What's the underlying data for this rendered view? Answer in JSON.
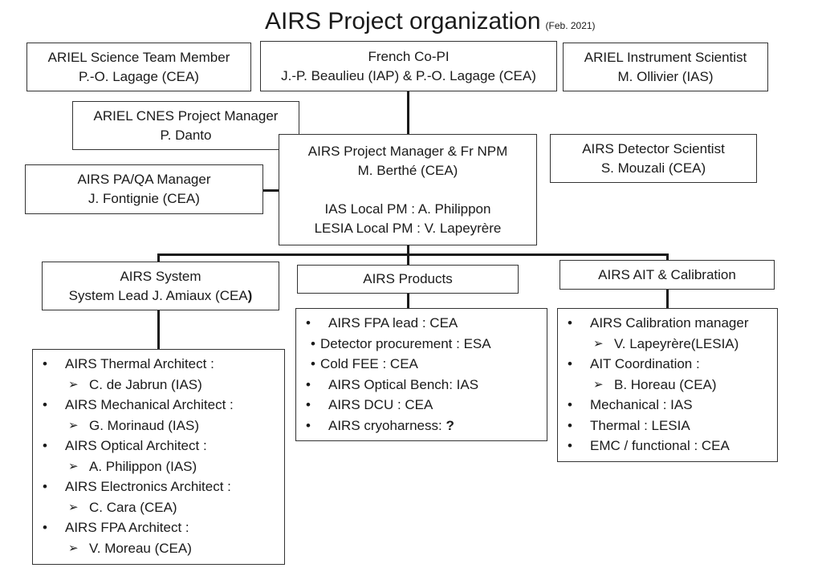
{
  "title": "AIRS  Project organization",
  "date": "(Feb. 2021)",
  "science_member": {
    "role": "ARIEL Science Team Member",
    "name": "P.-O. Lagage (CEA)"
  },
  "co_pi": {
    "role": "French Co-PI",
    "name": "J.-P. Beaulieu (IAP) &  P.-O. Lagage (CEA)"
  },
  "instrument_scientist": {
    "role": "ARIEL Instrument Scientist",
    "name": "M. Ollivier (IAS)"
  },
  "cnes_pm": {
    "role": "ARIEL CNES Project Manager",
    "name": "P. Danto"
  },
  "pm": {
    "role": "AIRS Project Manager & Fr NPM",
    "name": "M. Berthé (CEA)",
    "ias_local": "IAS Local PM : A. Philippon",
    "lesia_local": "LESIA Local PM : V. Lapeyrère"
  },
  "detector_scientist": {
    "role": "AIRS Detector Scientist",
    "name": "S. Mouzali (CEA)"
  },
  "paqa": {
    "role": "AIRS PA/QA Manager",
    "name": "J. Fontignie (CEA)"
  },
  "system": {
    "title": "AIRS System",
    "lead": "System Lead  J. Amiaux (CEA",
    "lead_close": ")",
    "items": [
      "AIRS Thermal Architect :",
      "C. de Jabrun (IAS)",
      "AIRS Mechanical Architect :",
      "G. Morinaud (IAS)",
      "AIRS Optical Architect :",
      "A. Philippon (IAS)",
      "AIRS Electronics Architect :",
      "C. Cara (CEA)",
      "AIRS FPA Architect :",
      "V. Moreau (CEA)"
    ]
  },
  "products": {
    "title": "AIRS Products",
    "items": [
      "AIRS FPA lead :  CEA",
      "Detector procurement : ESA",
      "Cold FEE : CEA",
      "AIRS Optical Bench: IAS",
      "AIRS DCU : CEA",
      "AIRS cryoharness: ",
      "?"
    ]
  },
  "ait": {
    "title": "AIRS AIT & Calibration",
    "items": [
      "AIRS Calibration manager",
      "V. Lapeyrère(LESIA)",
      "AIT Coordination :",
      "B. Horeau (CEA)",
      "Mechanical : IAS",
      "Thermal : LESIA",
      "EMC / functional : CEA"
    ]
  }
}
